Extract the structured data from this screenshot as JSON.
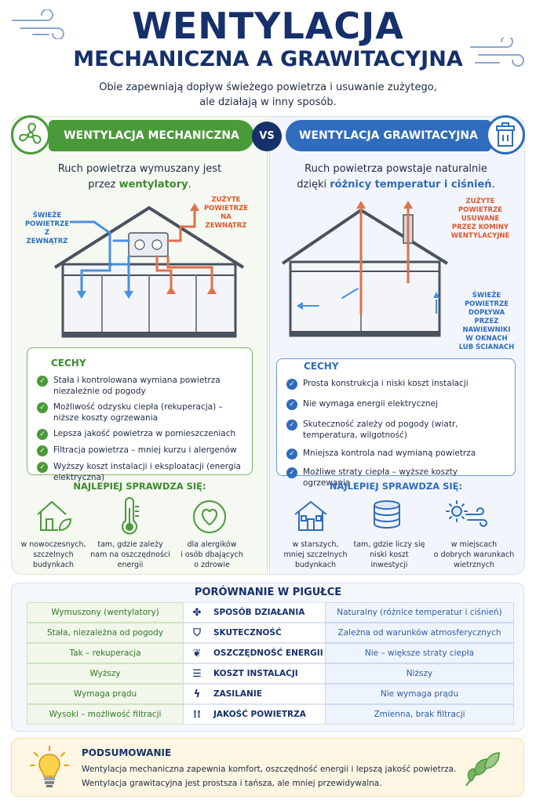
{
  "header": {
    "title_line1": "WENTYLACJA",
    "title_line2": "MECHANICZNA A GRAWITACYJNA",
    "subtitle_line1": "Obie zapewniają dopływ świeżego powietrza i usuwanie zużytego,",
    "subtitle_line2": "ale działają w inny sposób."
  },
  "vs_label": "VS",
  "mechanical": {
    "banner": "WENTYLACJA MECHANICZNA",
    "lead_line1": "Ruch powietrza wymuszany jest",
    "lead_prefix": "przez ",
    "lead_highlight": "wentylatory",
    "lead_suffix": ".",
    "anno_fresh": [
      "ŚWIEŻE",
      "POWIETRZE",
      "Z ZEWNĄTRZ"
    ],
    "anno_used": [
      "ZUŻYTE",
      "POWIETRZE",
      "NA ZEWNĄTRZ"
    ],
    "features_title": "CECHY",
    "features": [
      "Stała i kontrolowana wymiana powietrza niezależnie od pogody",
      "Możliwość odzysku ciepła (rekuperacja) – niższe koszty ogrzewania",
      "Lepsza jakość powietrza w pomieszczeniach",
      "Filtracja powietrza – mniej kurzu i alergenów",
      "Wyższy koszt instalacji i eksploatacji (energia elektryczna)"
    ],
    "best_title": "NAJLEPIEJ SPRAWDZA SIĘ:",
    "best": [
      {
        "icon": "eco-house-icon",
        "lines": [
          "w nowoczesnych,",
          "szczelnych",
          "budynkach"
        ]
      },
      {
        "icon": "thermometer-icon",
        "lines": [
          "tam, gdzie zależy",
          "nam na oszczędności",
          "energii"
        ]
      },
      {
        "icon": "heart-icon",
        "lines": [
          "dla alergików",
          "i osób dbających",
          "o zdrowie"
        ]
      }
    ]
  },
  "gravity": {
    "banner": "WENTYLACJA GRAWITACYJNA",
    "lead_line1": "Ruch powietrza powstaje naturalnie",
    "lead_prefix": "dzięki ",
    "lead_highlight": "różnicy temperatur i ciśnień",
    "lead_suffix": ".",
    "anno_used": [
      "ZUŻYTE",
      "POWIETRZE",
      "USUWANE",
      "PRZEZ KOMINY",
      "WENTYLACYJNE"
    ],
    "anno_fresh": [
      "ŚWIEŻE",
      "POWIETRZE",
      "DOPŁYWA PRZEZ",
      "NAWIEWNIKI",
      "W OKNACH",
      "LUB ŚCIANACH"
    ],
    "features_title": "CECHY",
    "features": [
      "Prosta konstrukcja i niski koszt instalacji",
      "Nie wymaga energii elektrycznej",
      "Skuteczność zależy od pogody (wiatr, temperatura, wilgotność)",
      "Mniejsza kontrola nad wymianą powietrza",
      "Możliwe straty ciepła – wyższe koszty ogrzewania"
    ],
    "best_title": "NAJLEPIEJ SPRAWDZA SIĘ:",
    "best": [
      {
        "icon": "house-icon",
        "lines": [
          "w starszych,",
          "mniej szczelnych",
          "budynkach"
        ]
      },
      {
        "icon": "coins-icon",
        "lines": [
          "tam, gdzie liczy się",
          "niski koszt",
          "inwestycji"
        ]
      },
      {
        "icon": "sun-wind-icon",
        "lines": [
          "w miejscach",
          "o dobrych warunkach",
          "wietrznych"
        ]
      }
    ]
  },
  "comparison": {
    "title": "PORÓWNANIE W PIGUŁCE",
    "rows": [
      {
        "left": "Wymuszony (wentylatory)",
        "icon": "fan-icon",
        "label": "SPOSÓB DZIAŁANIA",
        "right": "Naturalny (różnice temperatur i ciśnień)"
      },
      {
        "left": "Stała, niezależna od pogody",
        "icon": "shield-check-icon",
        "label": "SKUTECZNOŚĆ",
        "right": "Zależna od warunków atmosferycznych"
      },
      {
        "left": "Tak – rekuperacja",
        "icon": "leaf-icon",
        "label": "OSZCZĘDNOŚĆ ENERGII",
        "right": "Nie – większe straty ciepła"
      },
      {
        "left": "Wyższy",
        "icon": "coins-icon",
        "label": "KOSZT INSTALACJI",
        "right": "Niższy"
      },
      {
        "left": "Wymaga prądu",
        "icon": "lightning-icon",
        "label": "ZASILANIE",
        "right": "Nie wymaga prądu"
      },
      {
        "left": "Wysoki – możliwość filtracji",
        "icon": "filter-icon",
        "label": "JAKOŚĆ POWIETRZA",
        "right": "Zmienna, brak filtracji"
      }
    ]
  },
  "summary": {
    "title": "PODSUMOWANIE",
    "line1": "Wentylacja mechaniczna zapewnia komfort, oszczędność energii i lepszą jakość powietrza.",
    "line2": "Wentylacja grawitacyjna jest prostsza i tańsza, ale mniej przewidywalna."
  },
  "colors": {
    "navy": "#15306b",
    "green": "#4a9a3a",
    "blue": "#2f6cbd",
    "orange": "#e0562b"
  }
}
